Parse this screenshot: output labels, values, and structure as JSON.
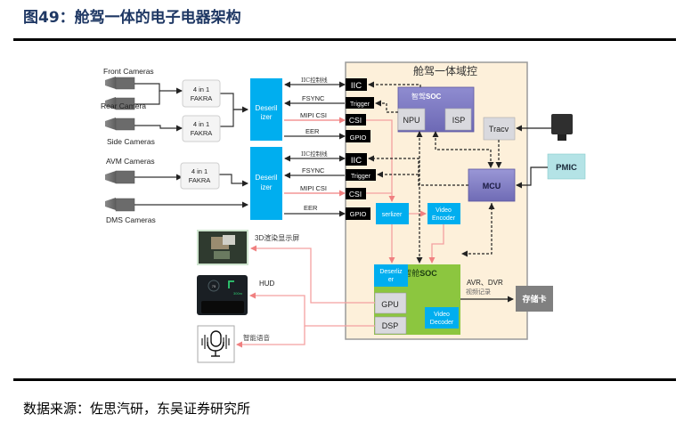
{
  "title": "图49：舱驾一体的电子电器架构",
  "source": "数据来源：佐思汽研，东吴证券研究所",
  "colors": {
    "title": "#1f3864",
    "deserializer": "#00aeef",
    "domain_bg": "#fdf0da",
    "adas_soc": "#7b78c2",
    "cockpit_soc": "#8cc63f",
    "gray_box": "#d9d9d9",
    "pmic": "#b4e3e6",
    "storage": "#808080",
    "signal_red": "#f4a0a0",
    "port_black": "#000000"
  },
  "cameras": {
    "front": "Front Cameras",
    "rear": "Rear Camera",
    "side": "Side Cameras",
    "avm": "AVM Cameras",
    "dms": "DMS Cameras"
  },
  "fakra": {
    "line1": "4 in 1",
    "line2": "FAKRA"
  },
  "deserializer_ext": {
    "line1": "Deseril",
    "line2": "izer"
  },
  "links": {
    "iic": "IIC控制线",
    "fsync": "FSYNC",
    "mipi": "MIPI CSI",
    "eer": "EER"
  },
  "ports": {
    "iic": "IIC",
    "trigger": "Trigger",
    "csi": "CSI",
    "gpio": "GPIO"
  },
  "domain": {
    "title": "舱驾一体域控",
    "adas_soc": {
      "label_cn": "智驾",
      "label_en": "SOC",
      "npu": "NPU",
      "isp": "ISP"
    },
    "tracv": "Tracv",
    "mcu": "MCU",
    "serializer": "serlizer",
    "video_encoder": {
      "line1": "Video",
      "line2": "Encoder"
    },
    "cockpit_soc": {
      "label_cn": "智舱",
      "label_en": "SOC",
      "deserializer_line1": "Deserliz",
      "deserializer_line2": "er",
      "gpu": "GPU",
      "dsp": "DSP",
      "video_decoder_line1": "Video",
      "video_decoder_line2": "Decoder"
    }
  },
  "pmic": "PMIC",
  "storage": "存储卡",
  "recording": {
    "line1": "AVR、DVR",
    "line2": "视频记录"
  },
  "outputs": {
    "display": "3D渲染显示屏",
    "hud": "HUD",
    "voice": "智能语音"
  }
}
